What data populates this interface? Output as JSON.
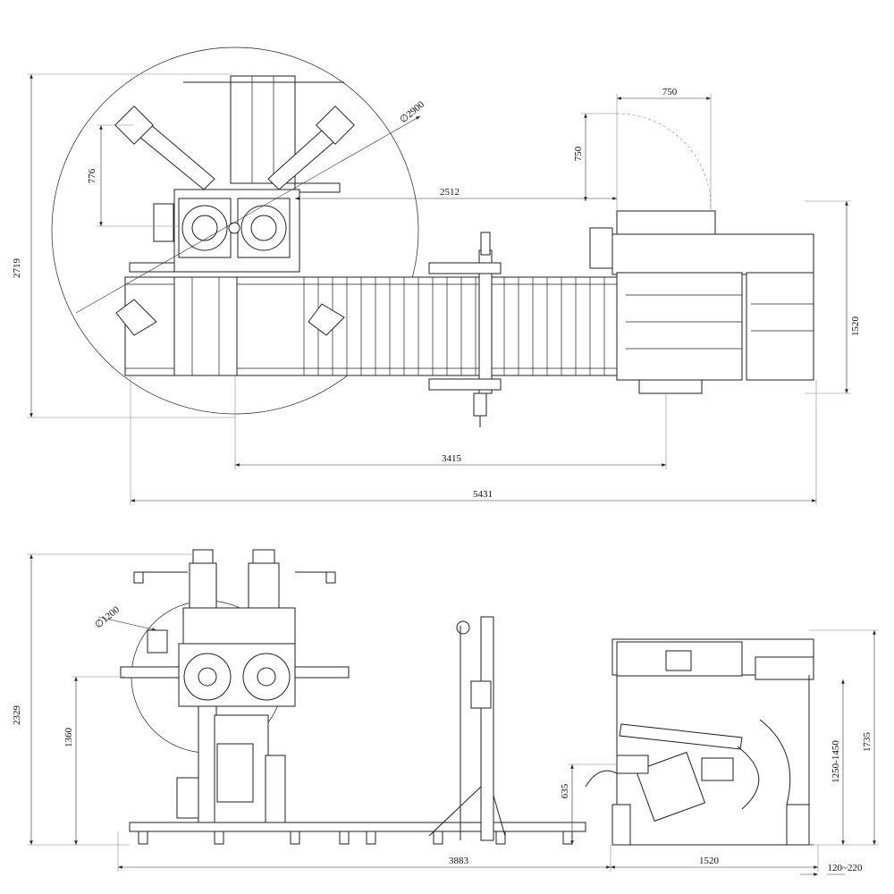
{
  "top_view": {
    "dimensions": {
      "overall_height": "2719",
      "arm_offset": "776",
      "turret_diameter": "∅2900",
      "turret_to_machine": "2512",
      "door_width": "750",
      "door_depth": "750",
      "machine_width": "1520",
      "cutter_to_machine": "3415",
      "overall_length": "5431"
    }
  },
  "side_view": {
    "dimensions": {
      "overall_height": "2329",
      "coil_diameter": "∅1200",
      "coil_center_height": "1360",
      "entry_height": "635",
      "uncoiler_to_machine": "3883",
      "machine_length": "1520",
      "adjust_range": "120~220",
      "work_height": "1250-1450",
      "machine_height": "1735"
    }
  }
}
